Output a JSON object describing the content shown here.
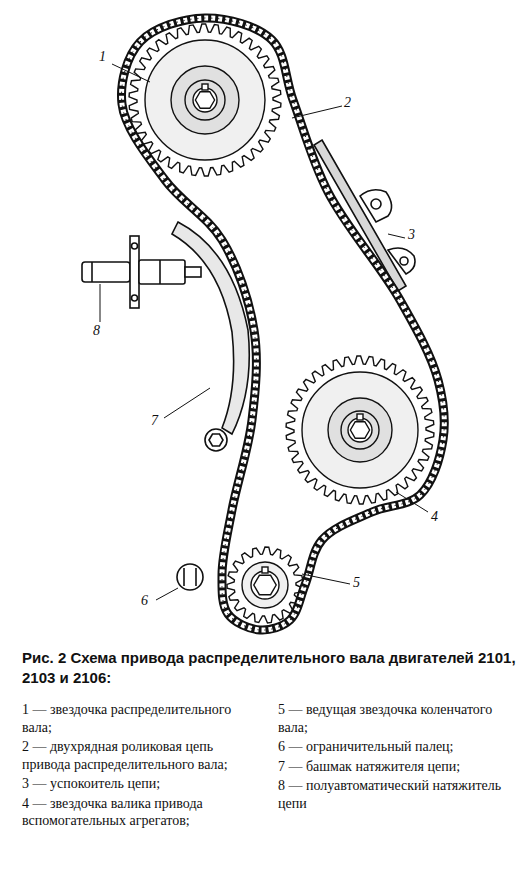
{
  "diagram": {
    "caption": "Рис. 2 Схема привода распределительного вала двигателей 2101, 2103 и 2106:",
    "labels": [
      "1",
      "2",
      "3",
      "4",
      "5",
      "6",
      "7",
      "8",
      "1 — звездочка распределительного вала;",
      "2 — двухрядная роликовая цепь привода распределительного вала;",
      "3 — успокоитель цепи;",
      "4 — звездочка валика привода вспомогательных агрегатов;",
      "5 — ведущая звездочка коленчатого вала;",
      "6 — ограничительный палец;",
      "7 — башмак натяжителя цепи;",
      "8 — полуавтоматический натяжитель цепи"
    ]
  }
}
